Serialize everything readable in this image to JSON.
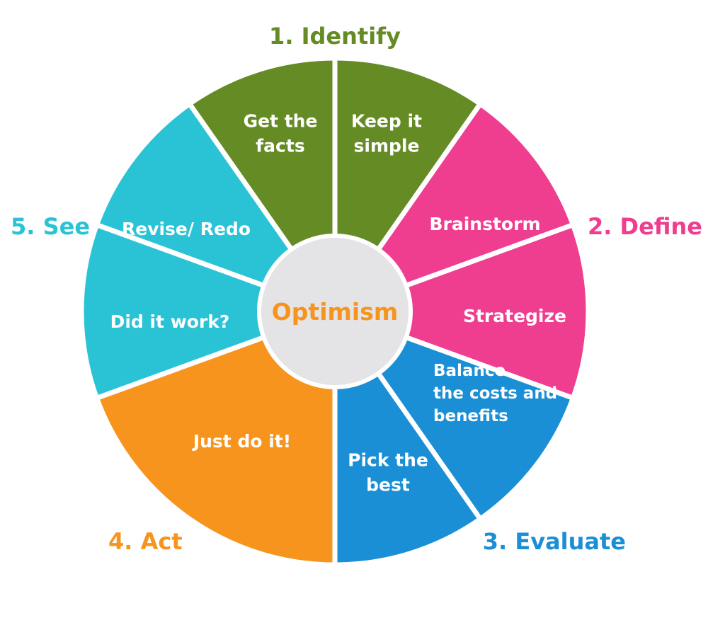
{
  "center": {
    "label": "Optimism",
    "fill_color": "#e4e4e6",
    "text_color": "#f7941d"
  },
  "phases": [
    {
      "label": "1. Identify",
      "color": "#658b24",
      "steps": [
        {
          "lines": [
            "Keep it",
            "simple"
          ]
        },
        {
          "lines": [
            "Get the",
            "facts"
          ]
        }
      ]
    },
    {
      "label": "2. Define",
      "color": "#ef3d8f",
      "steps": [
        {
          "lines": [
            "Brainstorm"
          ]
        },
        {
          "lines": [
            "Strategize"
          ]
        }
      ]
    },
    {
      "label": "3. Evaluate",
      "color": "#1b8fd5",
      "steps": [
        {
          "lines": [
            "Balance",
            "the costs and",
            "benefits"
          ]
        },
        {
          "lines": [
            "Pick the",
            "best"
          ]
        }
      ]
    },
    {
      "label": "4. Act",
      "color": "#f7941d",
      "steps": [
        {
          "lines": [
            "Just do it!"
          ]
        }
      ]
    },
    {
      "label": "5. See",
      "color": "#2ac3d6",
      "steps": [
        {
          "lines": [
            "Did it work?"
          ]
        },
        {
          "lines": [
            "Revise/ Redo"
          ]
        }
      ]
    }
  ]
}
